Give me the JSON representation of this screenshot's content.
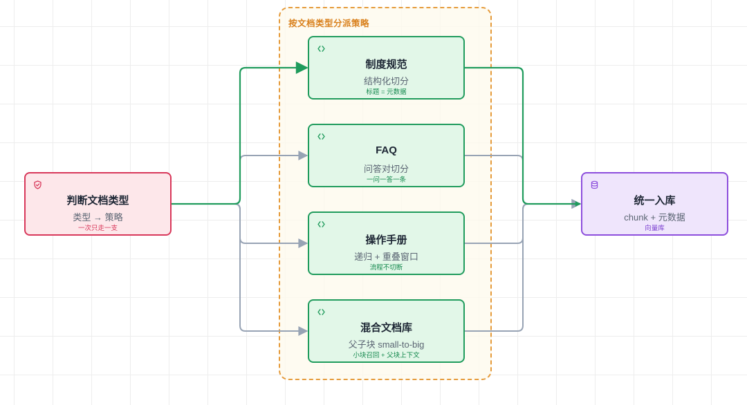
{
  "group": {
    "title": "按文档类型分派策略",
    "border_color": "#e59a3a"
  },
  "nodes": {
    "judge": {
      "title": "判断文档类型",
      "subtitle": "类型 → 策略",
      "note": "一次只走一支",
      "icon": "shield-check-icon",
      "color": "#d8375a"
    },
    "policy": {
      "title": "制度规范",
      "subtitle": "结构化切分",
      "note": "标题 = 元数据",
      "icon": "code-icon",
      "color": "#1f9b5c"
    },
    "faq": {
      "title": "FAQ",
      "subtitle": "问答对切分",
      "note": "一问一答一条",
      "icon": "code-icon",
      "color": "#1f9b5c"
    },
    "manual": {
      "title": "操作手册",
      "subtitle": "递归 + 重叠窗口",
      "note": "流程不切断",
      "icon": "code-icon",
      "color": "#1f9b5c"
    },
    "mixed": {
      "title": "混合文档库",
      "subtitle": "父子块 small-to-big",
      "note": "小块召回 + 父块上下文",
      "icon": "code-icon",
      "color": "#1f9b5c"
    },
    "store": {
      "title": "统一入库",
      "subtitle": "chunk + 元数据",
      "note": "向量库",
      "icon": "database-icon",
      "color": "#8c4ddc"
    }
  },
  "edges": [
    {
      "from": "judge",
      "to": "policy",
      "active": true
    },
    {
      "from": "judge",
      "to": "faq",
      "active": false
    },
    {
      "from": "judge",
      "to": "manual",
      "active": false
    },
    {
      "from": "judge",
      "to": "mixed",
      "active": false
    },
    {
      "from": "policy",
      "to": "store",
      "active": true
    },
    {
      "from": "faq",
      "to": "store",
      "active": false
    },
    {
      "from": "manual",
      "to": "store",
      "active": false
    },
    {
      "from": "mixed",
      "to": "store",
      "active": false
    }
  ],
  "colors": {
    "active_edge": "#1f9b5c",
    "inactive_edge": "#97a3b4"
  }
}
